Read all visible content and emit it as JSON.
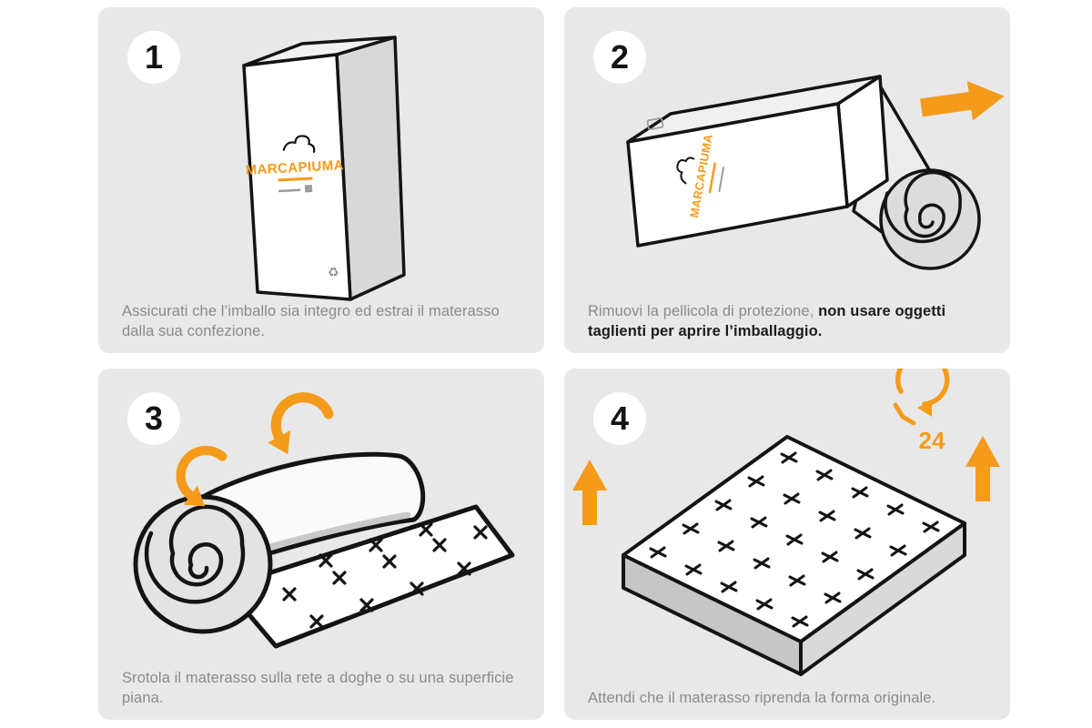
{
  "panels": [
    {
      "number": "1",
      "caption": "Assicurati che l’imballo sia integro ed estrai il materasso dalla sua confezione.",
      "caption_bold": ""
    },
    {
      "number": "2",
      "caption": "Rimuovi la pellicola di protezione, ",
      "caption_bold": "non usare oggetti taglienti per aprire l’imballaggio."
    },
    {
      "number": "3",
      "caption": "Srotola il materasso sulla rete a doghe o su una superficie piana.",
      "caption_bold": ""
    },
    {
      "number": "4",
      "caption": "Attendi che il materasso riprenda la forma originale.",
      "caption_bold": ""
    }
  ],
  "logo": {
    "brand": "MARCAPIUMA"
  },
  "icons": {
    "recycle_symbol": "♻"
  },
  "clock_badge": {
    "label": "24"
  },
  "colors": {
    "background": "#ffffff",
    "panel": "#e8e8e8",
    "accent_orange": "#f59b1b",
    "caption_gray": "#8a8a8a",
    "ink": "#141414"
  }
}
